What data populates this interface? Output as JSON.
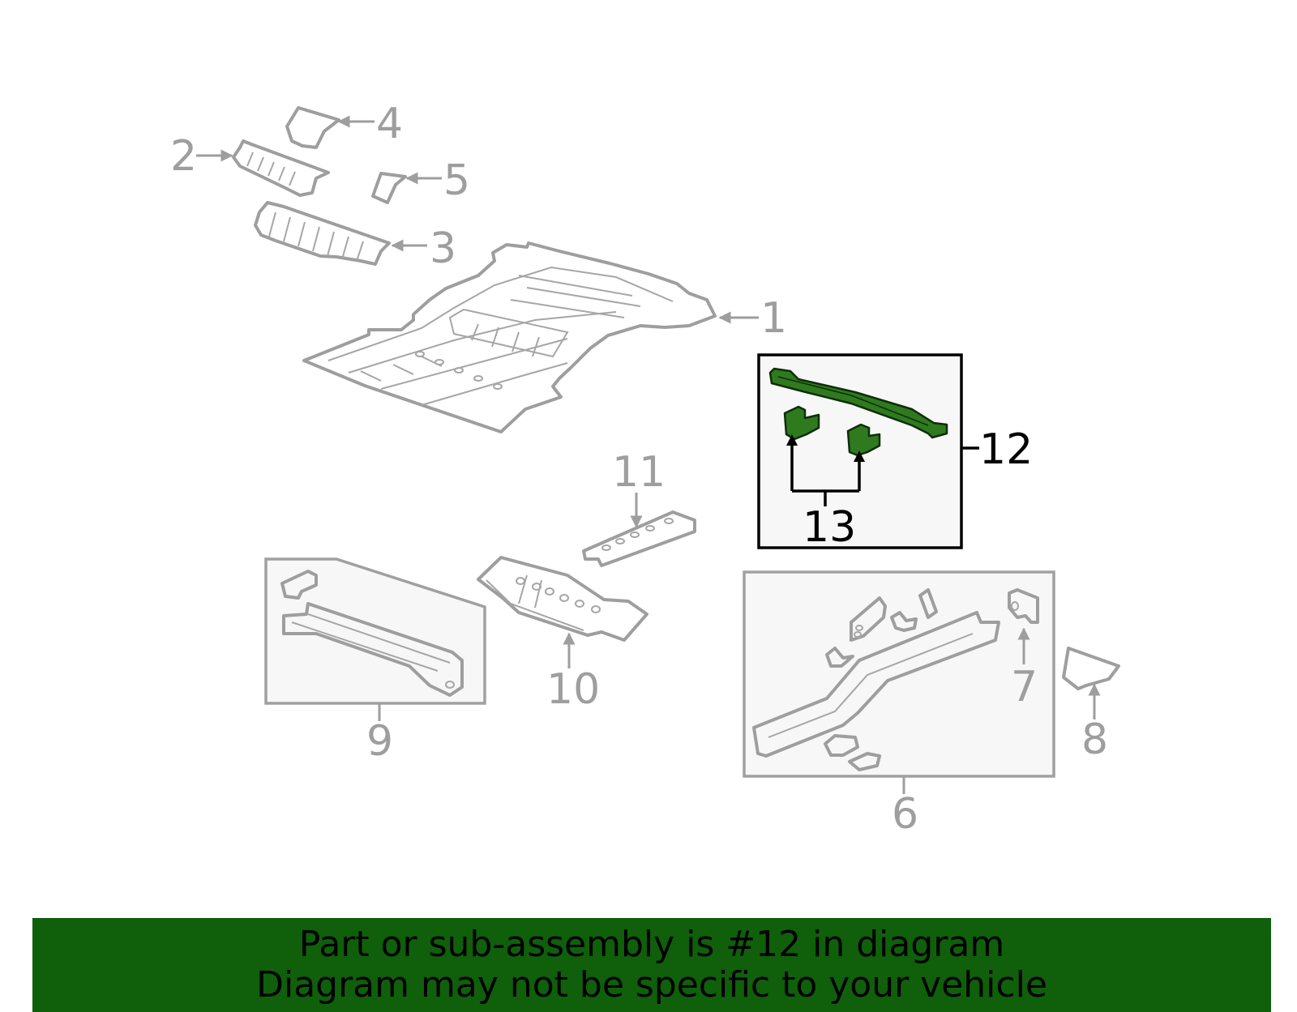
{
  "callouts": {
    "c1": "1",
    "c2": "2",
    "c3": "3",
    "c4": "4",
    "c5": "5",
    "c6": "6",
    "c7": "7",
    "c8": "8",
    "c9": "9",
    "c10": "10",
    "c11": "11",
    "c12": "12",
    "c13": "13"
  },
  "highlight": {
    "part_number": "12",
    "color": "#2f7a1f"
  },
  "banner": {
    "line1": "Part or sub-assembly is #12 in diagram",
    "line2": "Diagram may not be specific to your vehicle",
    "background": "#0f5f0b"
  }
}
